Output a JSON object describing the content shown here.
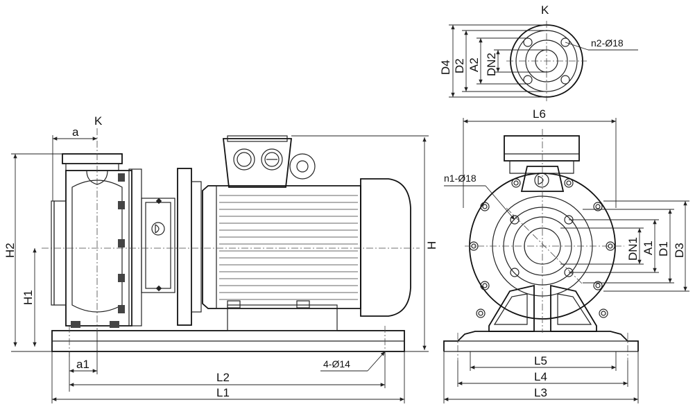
{
  "labels": {
    "K_top": "K",
    "K_side": "K",
    "K_flange": "K",
    "a": "a",
    "a1": "a1",
    "H1": "H1",
    "H2": "H2",
    "H": "H",
    "L1": "L1",
    "L2": "L2",
    "L3": "L3",
    "L4": "L4",
    "L5": "L5",
    "L6": "L6",
    "D1": "D1",
    "D2": "D2",
    "D3": "D3",
    "D4": "D4",
    "A1": "A1",
    "A2": "A2",
    "DN1": "DN1",
    "DN2": "DN2",
    "n1": "n1-Ø18",
    "n2": "n2-Ø18",
    "bolt": "4-Ø14"
  }
}
